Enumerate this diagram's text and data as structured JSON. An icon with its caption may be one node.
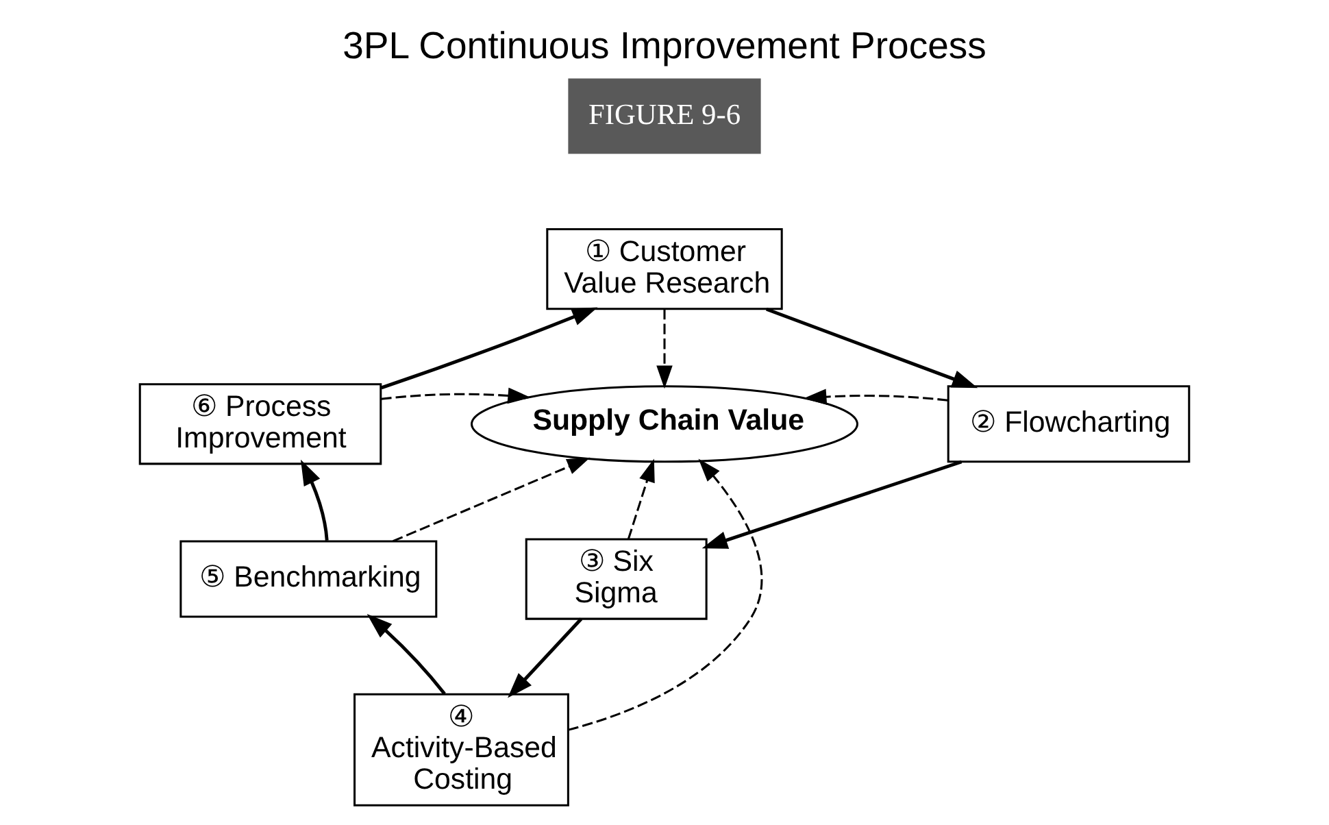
{
  "diagram": {
    "title": "3PL Continuous Improvement Process",
    "nodes": [
      {
        "text": [
          "① Customer Value Research"
        ]
      },
      {
        "text": [
          "② Flowcharting"
        ]
      },
      {
        "text": [
          "③ Six Sigma"
        ]
      },
      {
        "text": [
          "④ Activity-Based Costing"
        ]
      },
      {
        "text": [
          "⑤ Benchmarking"
        ]
      },
      {
        "text": [
          "⑥ Process Improvement"
        ]
      },
      {
        "text": [
          "Supply Chain Value"
        ]
      }
    ],
    "edges": [
      {
        "from": 0,
        "to": 1,
        "arrow": "to"
      },
      {
        "from": 1,
        "to": 2,
        "arrow": "to"
      },
      {
        "from": 2,
        "to": 3,
        "arrow": "to"
      },
      {
        "from": 3,
        "to": 4,
        "arrow": "to"
      },
      {
        "from": 4,
        "to": 5,
        "arrow": "to"
      },
      {
        "from": 5,
        "to": 0,
        "arrow": "to"
      },
      {
        "from": 0,
        "to": 6,
        "arrow": "to",
        "style": "dashed"
      },
      {
        "from": 1,
        "to": 6,
        "arrow": "to",
        "style": "dashed"
      },
      {
        "from": 2,
        "to": 6,
        "arrow": "to",
        "style": "dashed"
      },
      {
        "from": 3,
        "to": 6,
        "arrow": "to",
        "style": "dashed"
      },
      {
        "from": 4,
        "to": 6,
        "arrow": "to",
        "style": "dashed"
      },
      {
        "from": 5,
        "to": 6,
        "arrow": "to",
        "style": "dashed"
      }
    ],
    "labels": [
      "FIGURE 9-6"
    ]
  }
}
